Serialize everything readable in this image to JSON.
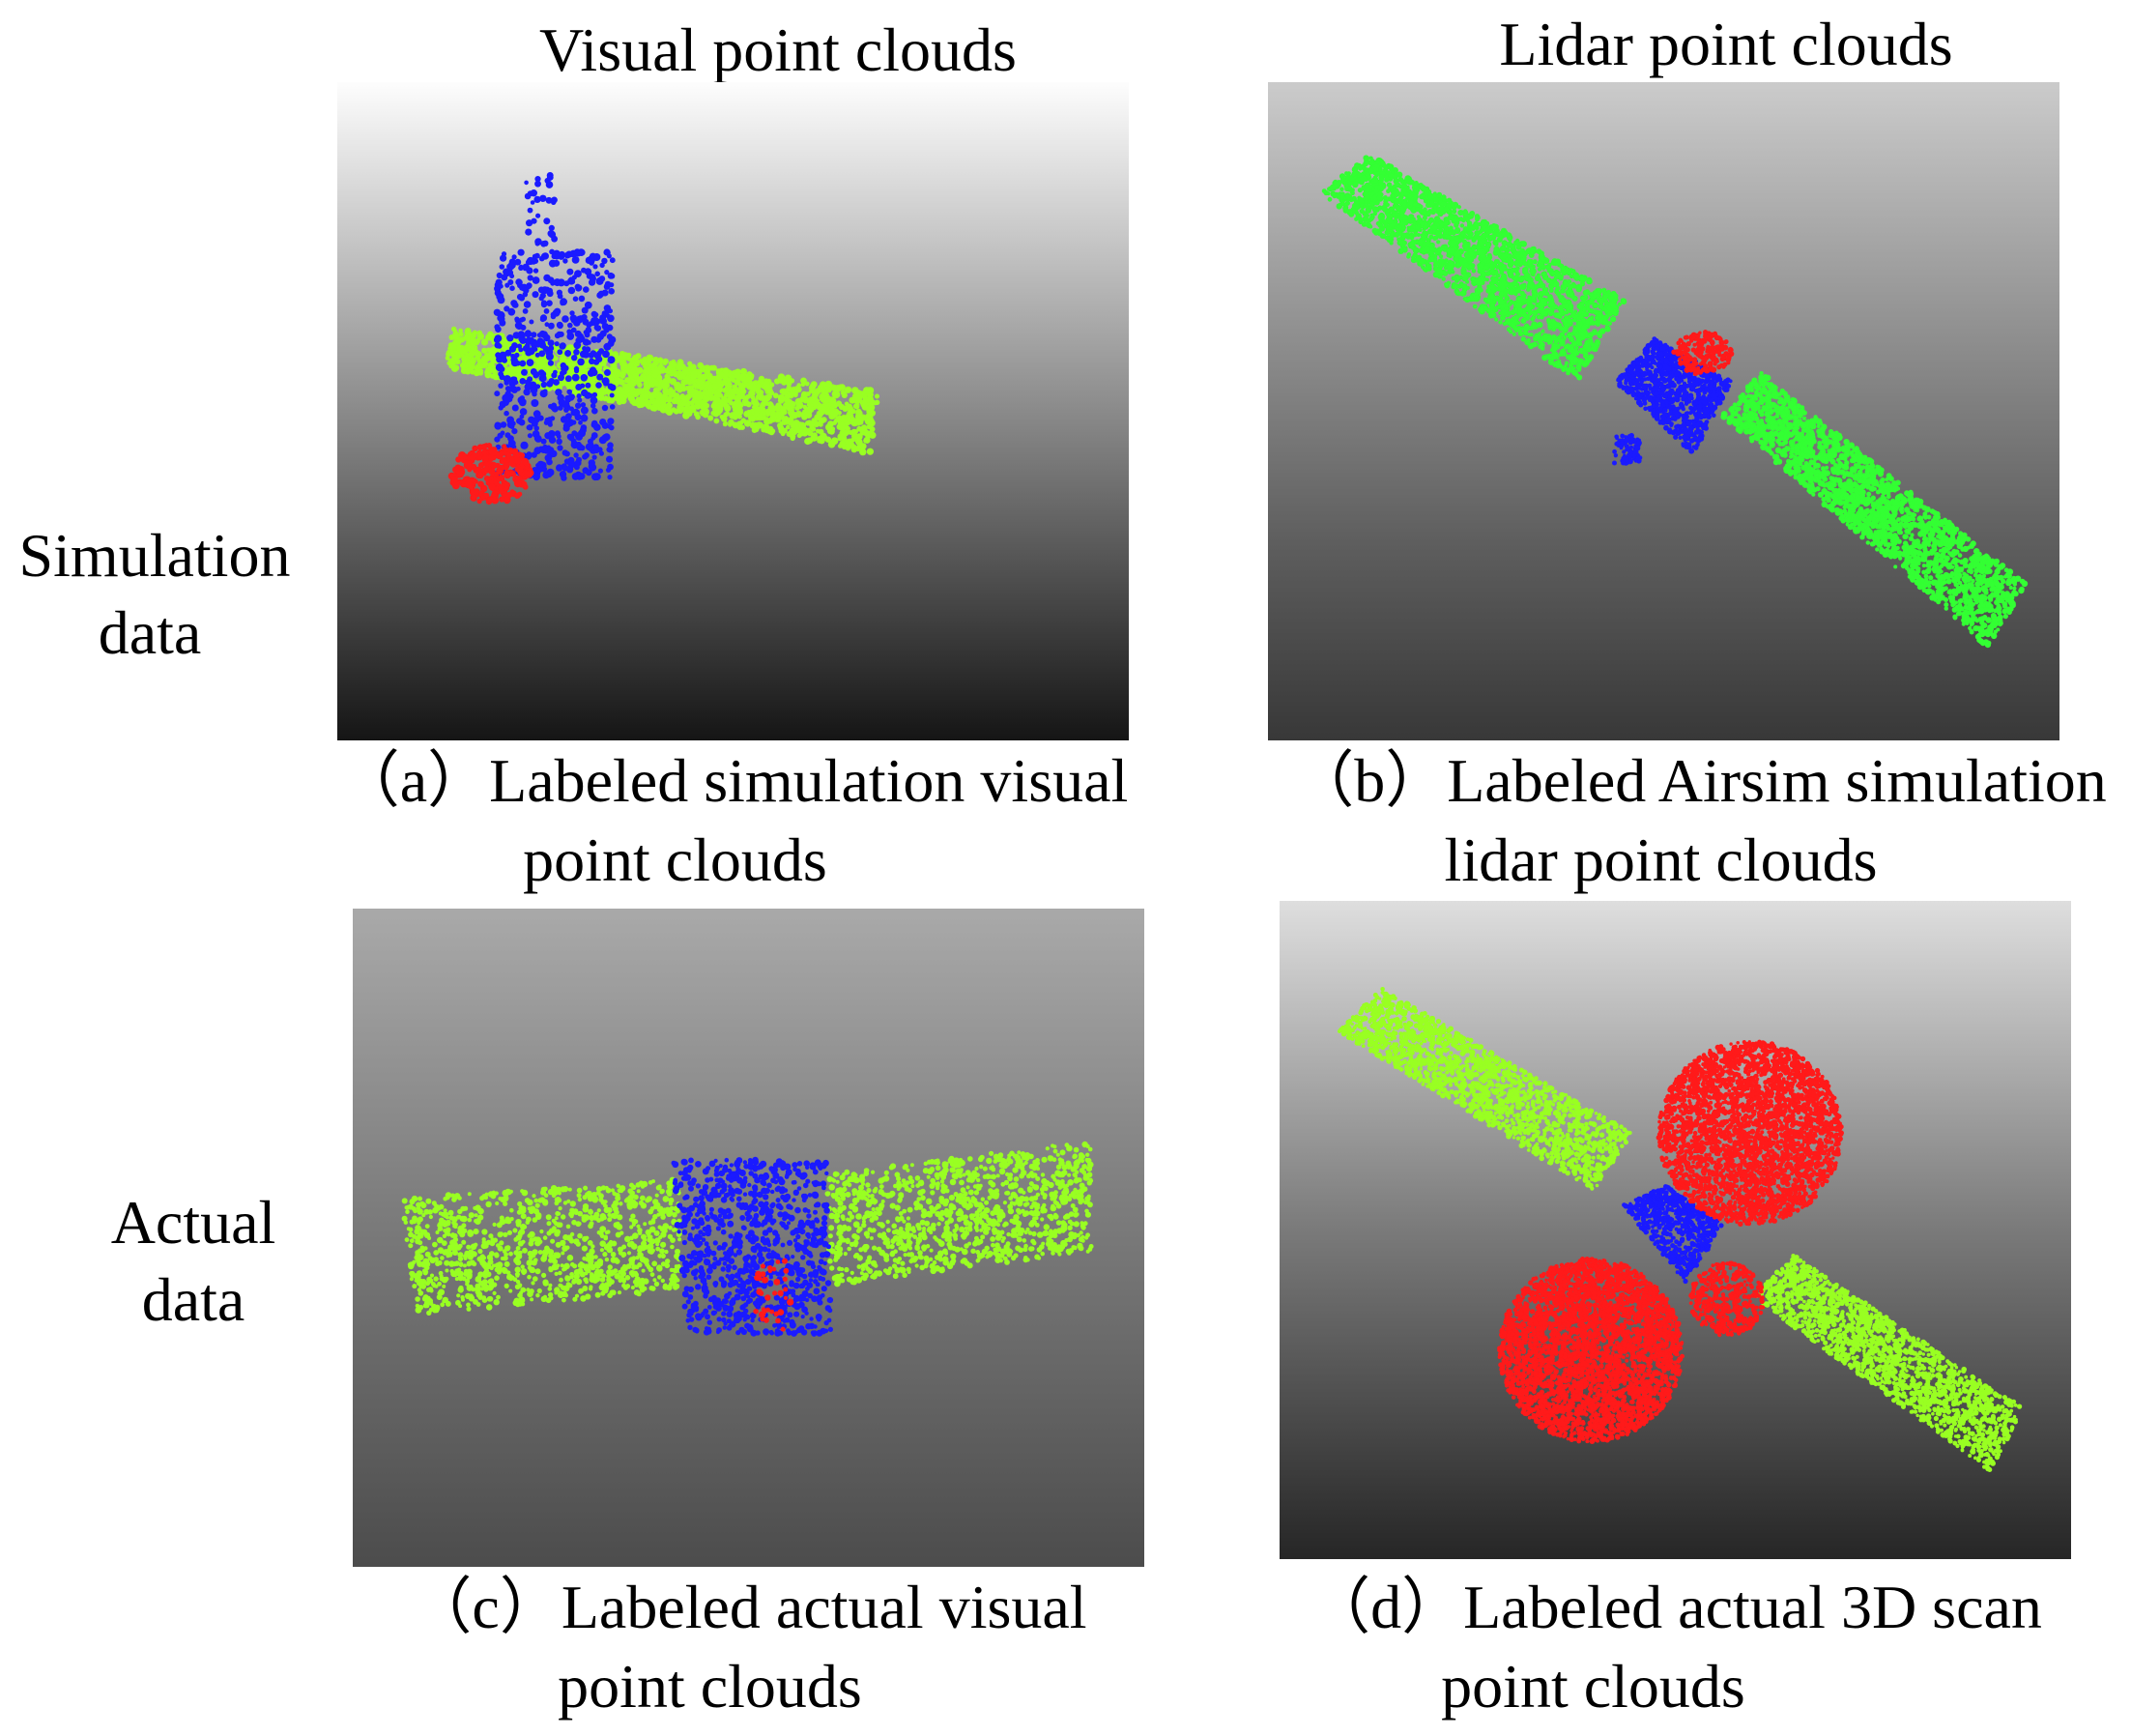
{
  "column_headers": {
    "visual": "Visual point clouds",
    "lidar": "Lidar point clouds"
  },
  "row_labels": {
    "simulation": [
      "Simulation",
      "data"
    ],
    "actual": [
      "Actual",
      "data"
    ]
  },
  "panels": {
    "a": {
      "caption_line1": "（a）Labeled simulation visual",
      "caption_line2": "point clouds"
    },
    "b": {
      "caption_line1": "（b）Labeled  Airsim simulation",
      "caption_line2": "lidar point clouds"
    },
    "c": {
      "caption_line1": "（c）Labeled actual visual",
      "caption_line2": "point clouds"
    },
    "d": {
      "caption_line1": "（d）Labeled actual 3D scan",
      "caption_line2": "point clouds"
    }
  },
  "colors": {
    "body": "#1a1aff",
    "solar_panel_green": "#33ff33",
    "solar_panel_lime": "#99ff22",
    "antenna_red": "#ff1a1a"
  }
}
